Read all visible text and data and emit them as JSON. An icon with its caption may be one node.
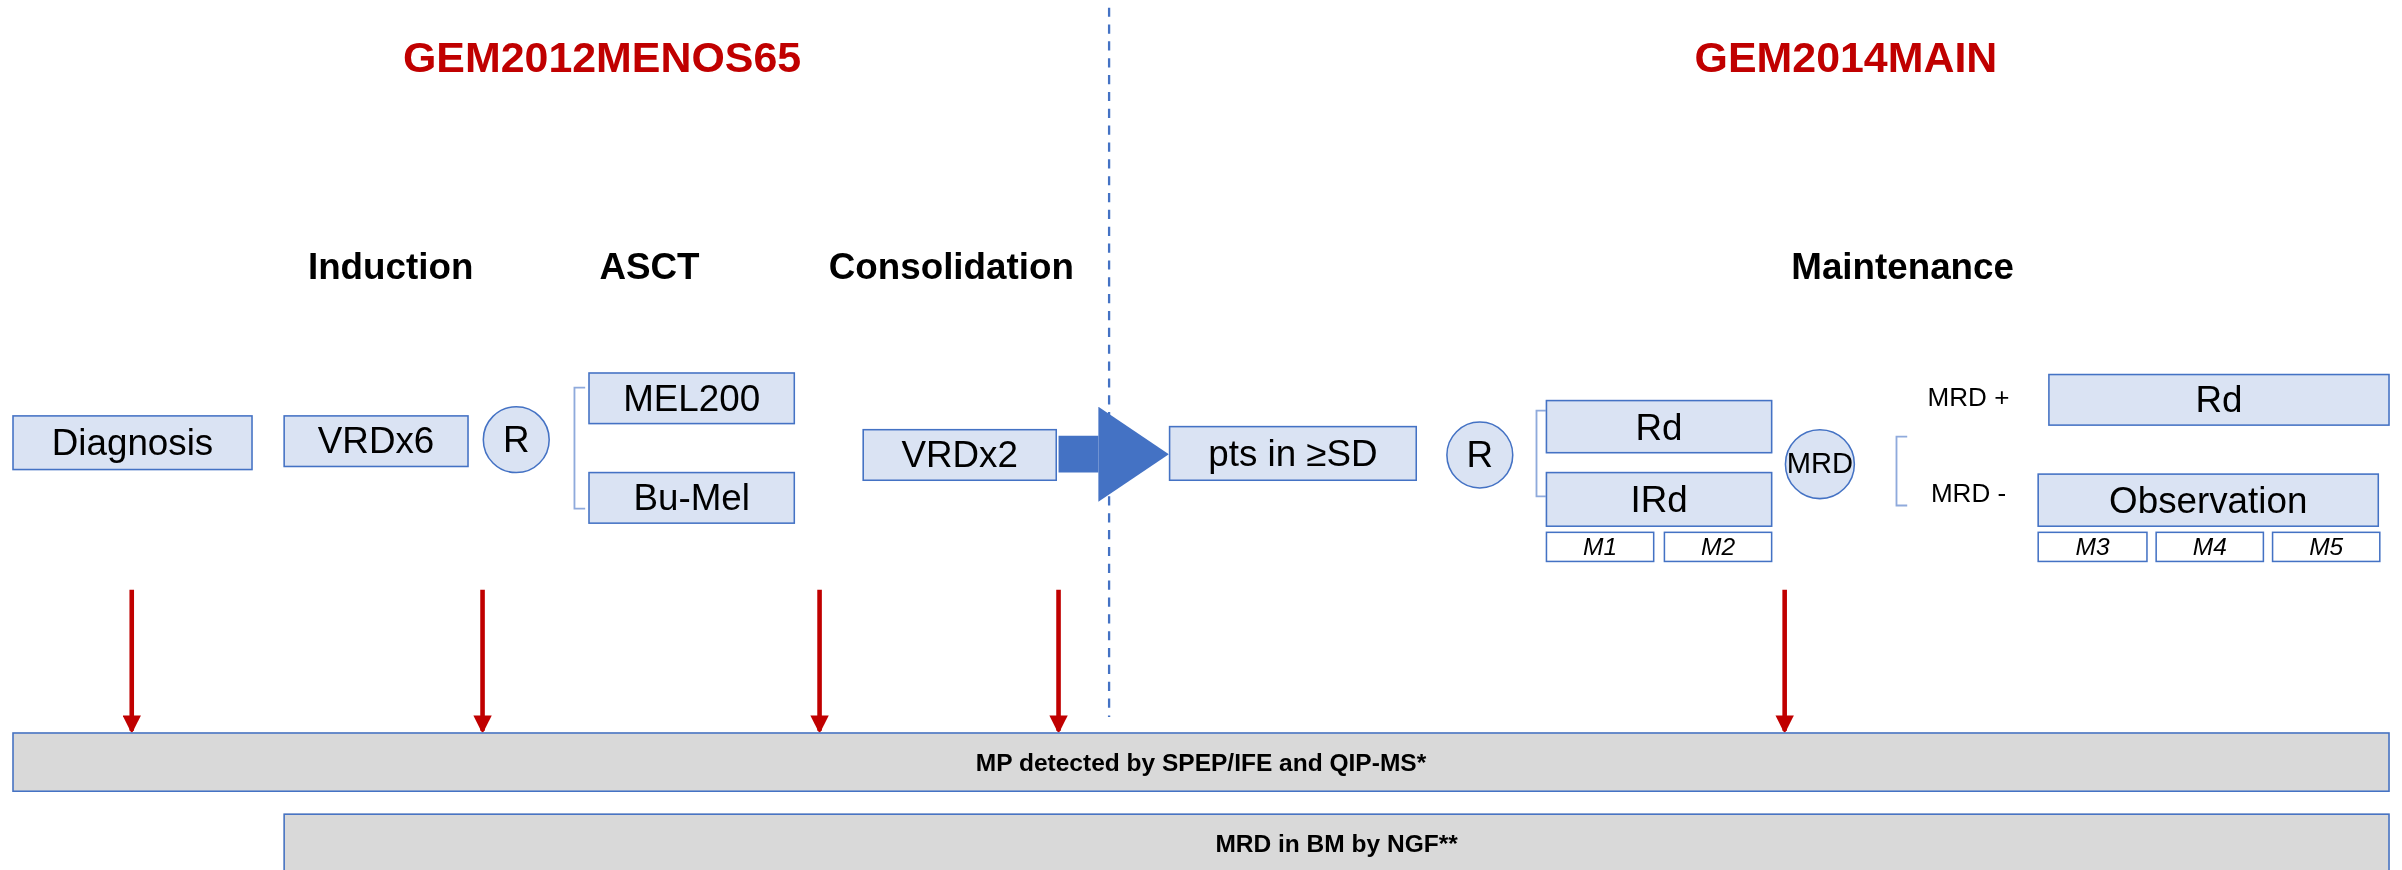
{
  "diagram": {
    "nodes": [
      {
        "text": [
          "Diagnosis"
        ]
      },
      {
        "text": [
          "VRDx6"
        ]
      },
      {
        "text": [
          "R"
        ]
      },
      {
        "text": [
          "MEL200"
        ]
      },
      {
        "text": [
          "Bu-Mel"
        ]
      },
      {
        "text": [
          "VRDx2"
        ]
      },
      {
        "text": [
          "pts in ≥SD"
        ]
      },
      {
        "text": [
          "R"
        ]
      },
      {
        "text": [
          "Rd"
        ]
      },
      {
        "text": [
          "IRd"
        ]
      },
      {
        "text": [
          "M1"
        ]
      },
      {
        "text": [
          "M2"
        ]
      },
      {
        "text": [
          "MRD"
        ]
      },
      {
        "text": [
          "Rd"
        ]
      },
      {
        "text": [
          "Observation"
        ]
      },
      {
        "text": [
          "M3"
        ]
      },
      {
        "text": [
          "M4"
        ]
      },
      {
        "text": [
          "M5"
        ]
      },
      {
        "text": [
          "MP detected by SPEP/IFE and QIP-MS*"
        ]
      },
      {
        "text": [
          "MRD in BM by NGF**"
        ]
      }
    ],
    "edges": [
      {
        "from": 5,
        "to": 6,
        "arrow": "to",
        "style": "thick",
        "color": "#4472c4"
      },
      {
        "from": null,
        "to": 18,
        "arrow": "to"
      },
      {
        "from": null,
        "to": 18,
        "arrow": "to"
      },
      {
        "from": null,
        "to": 18,
        "arrow": "to"
      },
      {
        "from": null,
        "to": 18,
        "arrow": "to"
      },
      {
        "from": null,
        "to": 18,
        "arrow": "to"
      }
    ],
    "labels": [
      "GEM2012MENOS65",
      "GEM2014MAIN",
      "Induction",
      "ASCT",
      "Consolidation",
      "Maintenance",
      "MRD +",
      "MRD -"
    ]
  }
}
